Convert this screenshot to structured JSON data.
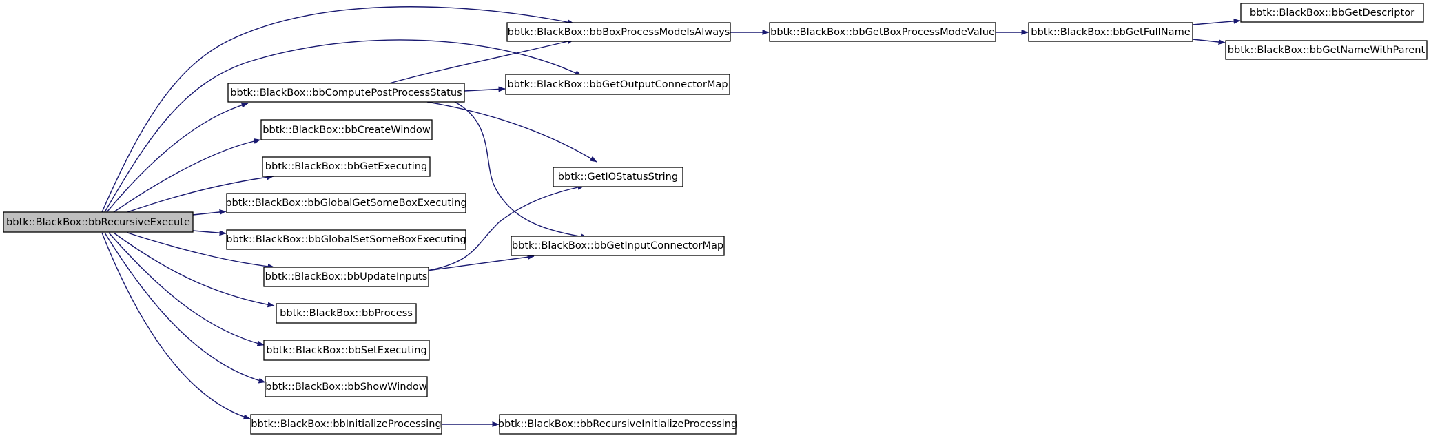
{
  "theme": {
    "edge_color": "#191970",
    "root_fill": "#bfbfbf",
    "node_fill": "#ffffff",
    "border": "#000000"
  },
  "nodes": {
    "root": "bbtk::BlackBox::bbRecursiveExecute",
    "n_modeAlways": "bbtk::BlackBox::bbBoxProcessModeIsAlways",
    "n_modeValue": "bbtk::BlackBox::bbGetBoxProcessModeValue",
    "n_fullName": "bbtk::BlackBox::bbGetFullName",
    "n_descriptor": "bbtk::BlackBox::bbGetDescriptor",
    "n_nameParent": "bbtk::BlackBox::bbGetNameWithParent",
    "n_computePost": "bbtk::BlackBox::bbComputePostProcessStatus",
    "n_outputMap": "bbtk::BlackBox::bbGetOutputConnectorMap",
    "n_createWindow": "bbtk::BlackBox::bbCreateWindow",
    "n_getExecuting": "bbtk::BlackBox::bbGetExecuting",
    "n_ioStatus": "bbtk::GetIOStatusString",
    "n_globalGet": "bbtk::BlackBox::bbGlobalGetSomeBoxExecuting",
    "n_globalSet": "bbtk::BlackBox::bbGlobalSetSomeBoxExecuting",
    "n_inputMap": "bbtk::BlackBox::bbGetInputConnectorMap",
    "n_updateInputs": "bbtk::BlackBox::bbUpdateInputs",
    "n_process": "bbtk::BlackBox::bbProcess",
    "n_setExecuting": "bbtk::BlackBox::bbSetExecuting",
    "n_showWindow": "bbtk::BlackBox::bbShowWindow",
    "n_initProc": "bbtk::BlackBox::bbInitializeProcessing",
    "n_recInit": "bbtk::BlackBox::bbRecursiveInitializeProcessing"
  }
}
